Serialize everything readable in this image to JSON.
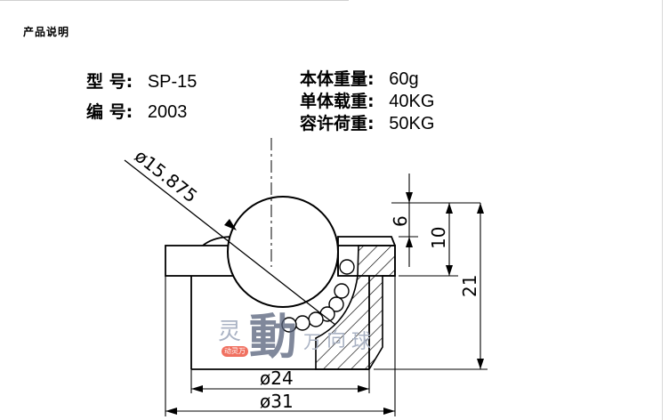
{
  "heading": "产品说明",
  "specs_left": [
    {
      "label": "型  号:",
      "value": "SP-15"
    },
    {
      "label": "编  号:",
      "value": "2003"
    }
  ],
  "specs_right": [
    {
      "label": "本体重量:",
      "value": "60g"
    },
    {
      "label": "单体载重:",
      "value": "40KG"
    },
    {
      "label": "容许荷重:",
      "value": "50KG"
    }
  ],
  "dimensions": {
    "ball": "ø15.875",
    "d1": "ø24",
    "d2": "ø31",
    "h6": "6",
    "h10": "10",
    "h21": "21"
  },
  "watermark": {
    "big": "動",
    "c1": "灵",
    "c2": "万",
    "c3": "向",
    "c4": "球",
    "badge": "动灵万"
  }
}
